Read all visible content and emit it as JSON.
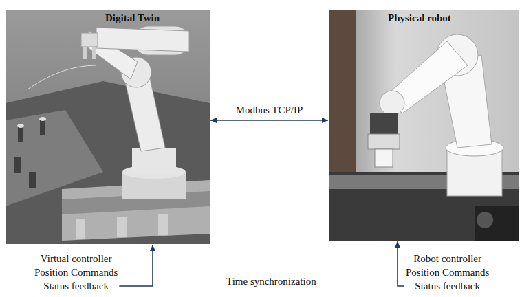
{
  "diagram": {
    "nodes": [
      {
        "text": [
          "Digital Twin"
        ]
      },
      {
        "text": [
          "Physical robot"
        ]
      },
      {
        "text": [
          "Virtual controller",
          "Position Commands",
          "Status feedback"
        ]
      },
      {
        "text": [
          "Robot controller",
          "Position Commands",
          "Status feedback"
        ]
      }
    ],
    "edges": [
      {
        "from": 0,
        "to": 1,
        "arrow": "both",
        "label": "Modbus TCP/IP"
      },
      {
        "from": 2,
        "to": 0,
        "arrow": "to"
      },
      {
        "from": 3,
        "to": 1,
        "arrow": "to"
      }
    ],
    "labels": [
      "Time synchronization"
    ]
  }
}
